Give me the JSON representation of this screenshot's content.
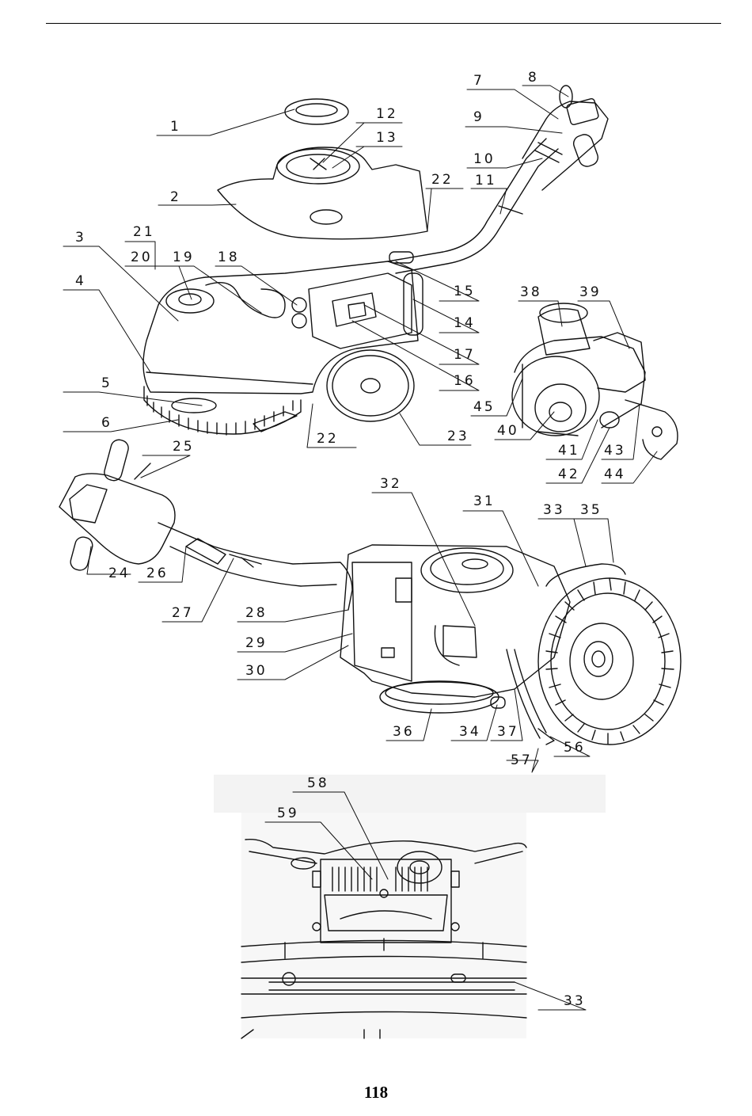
{
  "page_number": "118",
  "callouts": [
    "1",
    "2",
    "3",
    "4",
    "5",
    "6",
    "7",
    "8",
    "9",
    "10",
    "11",
    "12",
    "13",
    "15",
    "14",
    "17",
    "16",
    "18",
    "19",
    "20",
    "21",
    "22",
    "22",
    "23",
    "25",
    "24",
    "26",
    "27",
    "28",
    "29",
    "30",
    "31",
    "32",
    "33",
    "34",
    "35",
    "36",
    "37",
    "56",
    "57",
    "38",
    "39",
    "45",
    "40",
    "41",
    "42",
    "43",
    "44",
    "58",
    "59",
    "33"
  ],
  "colors": {
    "line": "#111111",
    "inset_bg": "#f3f3f3"
  }
}
